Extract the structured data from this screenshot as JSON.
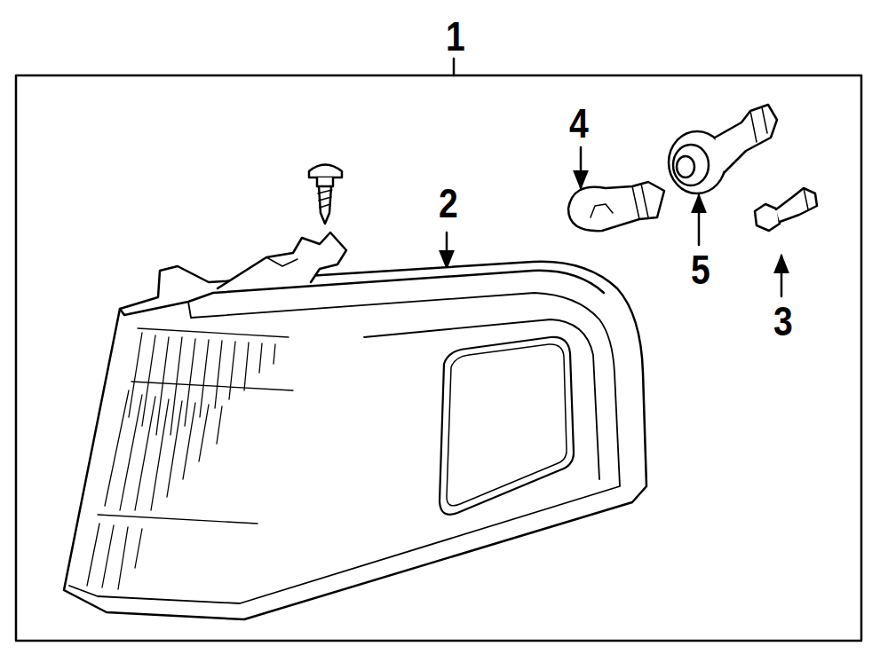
{
  "diagram": {
    "labels": [
      "1",
      "4",
      "2",
      "5",
      "3"
    ]
  }
}
